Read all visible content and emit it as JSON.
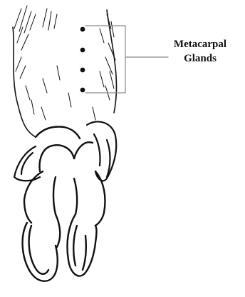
{
  "diagram": {
    "label_lines": [
      "Metacarpal",
      "Glands"
    ],
    "gland_count": 4,
    "colors": {
      "ink": "#111111",
      "background": "#ffffff",
      "bracket": "#8a8a8a"
    }
  }
}
